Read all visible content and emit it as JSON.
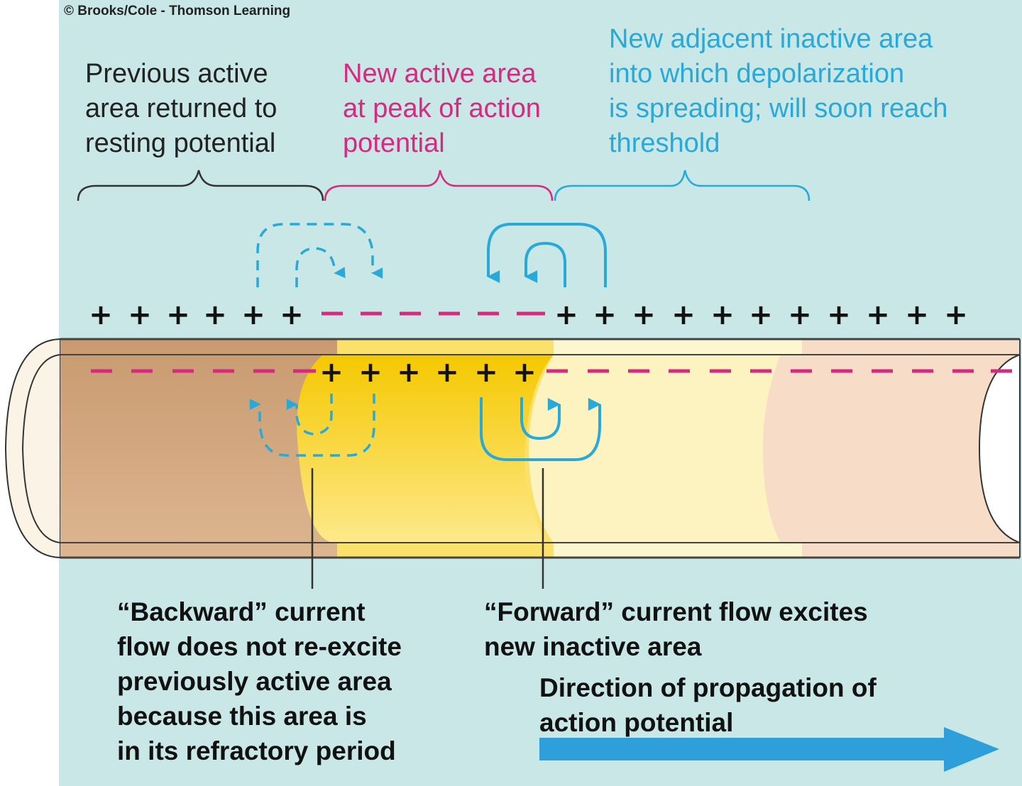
{
  "credit": "© Brooks/Cole - Thomson Learning",
  "regions": {
    "previous": {
      "label": "Previous active\narea returned to\nresting potential",
      "color": "#222222"
    },
    "active": {
      "label": "New active area\nat peak of action\npotential",
      "color": "#d6297f"
    },
    "adjacent": {
      "label": "New adjacent inactive area\ninto which depolarization\nis spreading; will soon reach\nthreshold",
      "color": "#29a9d9"
    }
  },
  "charges": {
    "outside": {
      "left_plus_count": 6,
      "minus_count": 6,
      "right_plus_count": 11
    },
    "inside": {
      "left_minus_count": 6,
      "plus_count": 6,
      "right_minus_count": 12
    }
  },
  "notes": {
    "backward": "“Backward” current\nflow does not re-excite\npreviously active area\nbecause this area is\nin its refractory period",
    "forward": "“Forward” current flow excites\nnew inactive area",
    "direction": "Direction of propagation of\naction potential"
  },
  "colors": {
    "background": "#c8e7e6",
    "current_arrow": "#29a9d9",
    "negative_charge": "#d6297f",
    "positive_charge": "#111111",
    "axon_resting": "#d2a47c",
    "axon_active": "#f6d21c",
    "axon_spreading": "#fdf6c6",
    "axon_far": "#f7dcc8",
    "propagation_arrow": "#2f9fdc"
  }
}
